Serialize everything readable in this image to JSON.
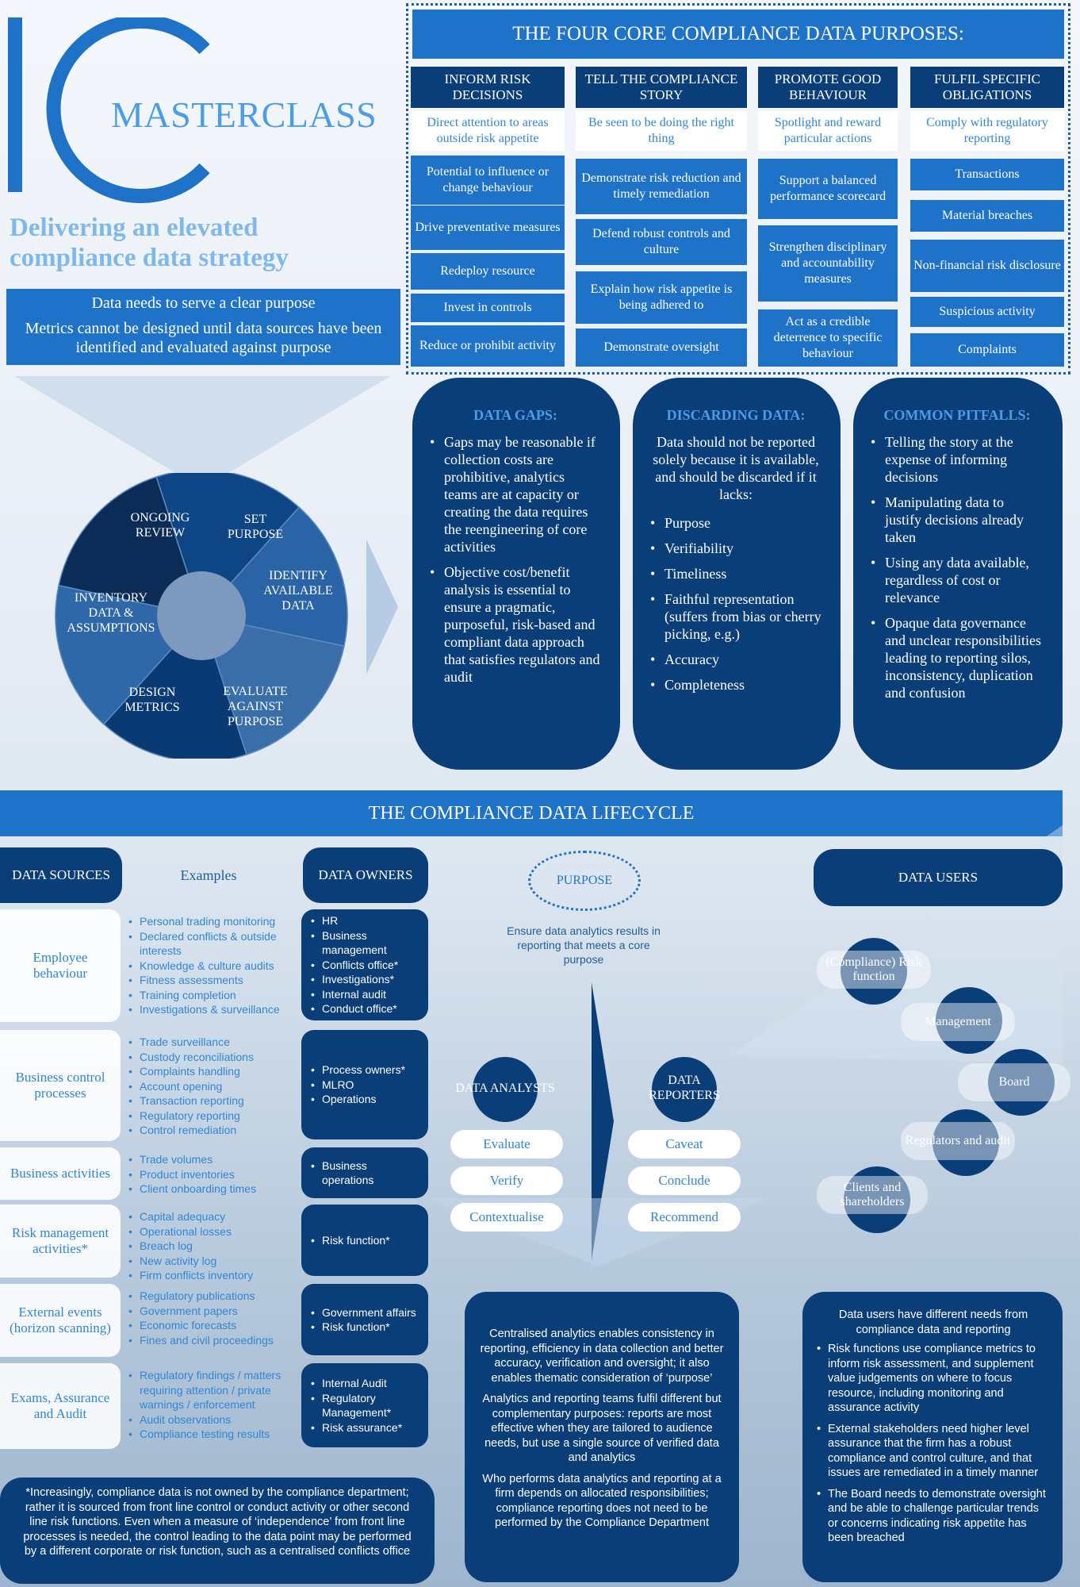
{
  "header": {
    "logo_letters": "IC",
    "masterclass": "MASTERCLASS",
    "tagline_1": "Delivering an elevated",
    "tagline_2": "compliance data strategy",
    "purpose_line_1": "Data needs to serve a clear purpose",
    "purpose_line_2": "Metrics cannot be designed until data sources have been identified and evaluated against purpose"
  },
  "core": {
    "title": "THE FOUR CORE COMPLIANCE DATA PURPOSES:",
    "columns": [
      {
        "head": "INFORM RISK DECISIONS",
        "sub": "Direct attention to areas outside risk appetite",
        "items": [
          "Potential to influence or change behaviour",
          "Drive preventative measures",
          "Redeploy resource",
          "Invest in controls",
          "Reduce or prohibit activity"
        ]
      },
      {
        "head": "TELL THE COMPLIANCE STORY",
        "sub": "Be seen to be doing the right thing",
        "items": [
          "Demonstrate risk reduction and timely remediation",
          "Defend robust controls and culture",
          "Explain how risk appetite is being adhered to",
          "Demonstrate oversight"
        ]
      },
      {
        "head": "PROMOTE GOOD BEHAVIOUR",
        "sub": "Spotlight and reward particular actions",
        "items": [
          "Support a balanced performance scorecard",
          "Strengthen disciplinary and accountability measures",
          "Act as a credible deterrence to specific behaviour"
        ]
      },
      {
        "head": "FULFIL SPECIFIC OBLIGATIONS",
        "sub": "Comply with regulatory reporting",
        "items": [
          "Transactions",
          "Material breaches",
          "Non-financial risk disclosure",
          "Suspicious activity",
          "Complaints"
        ]
      }
    ]
  },
  "cycle": {
    "segments": [
      "ONGOING REVIEW",
      "SET PURPOSE",
      "IDENTIFY AVAILABLE DATA",
      "EVALUATE AGAINST PURPOSE",
      "DESIGN METRICS",
      "INVENTORY DATA & ASSUMPTIONS"
    ],
    "colors": [
      "#0d4585",
      "#2b64a6",
      "#3a6ea8",
      "#0a3a73",
      "#2f68a8",
      "#0a2c56"
    ]
  },
  "gaps": {
    "title": "DATA GAPS:",
    "items": [
      "Gaps may be reasonable if collection costs are prohibitive, analytics teams are at capacity or creating the data requires the reengineering of core activities",
      "Objective cost/benefit analysis is essential to ensure a pragmatic, purposeful, risk-based and compliant data approach that satisfies regulators and audit"
    ]
  },
  "discard": {
    "title": "DISCARDING DATA:",
    "intro": "Data should not be reported solely because it is available, and should be discarded if it lacks:",
    "items": [
      "Purpose",
      "Verifiability",
      "Timeliness",
      "Faithful representation (suffers from bias or cherry picking, e.g.)",
      "Accuracy",
      "Completeness"
    ]
  },
  "pitfalls": {
    "title": "COMMON PITFALLS:",
    "items": [
      "Telling the story at the expense of informing decisions",
      "Manipulating data to justify decisions already taken",
      "Using any data available, regardless of cost or relevance",
      "Opaque data governance and unclear responsibilities leading to reporting silos, inconsistency, duplication and confusion"
    ]
  },
  "lifecycle": {
    "title": "THE COMPLIANCE DATA LIFECYCLE",
    "sources_head": "DATA SOURCES",
    "examples_head": "Examples",
    "owners_head": "DATA OWNERS",
    "purpose_label": "PURPOSE",
    "purpose_note": "Ensure data analytics results in reporting that meets a core purpose",
    "users_head": "DATA USERS",
    "rows": [
      {
        "source": "Employee behaviour",
        "examples": [
          "Personal trading monitoring",
          "Declared conflicts & outside interests",
          "Knowledge & culture audits",
          "Fitness assessments",
          "Training completion",
          "Investigations & surveillance"
        ],
        "owners": [
          "HR",
          "Business management",
          "Conflicts office*",
          "Investigations*",
          "Internal audit",
          "Conduct office*"
        ]
      },
      {
        "source": "Business control processes",
        "examples": [
          "Trade surveillance",
          "Custody reconciliations",
          "Complaints handling",
          "Account opening",
          "Transaction reporting",
          "Regulatory reporting",
          "Control remediation"
        ],
        "owners": [
          "Process owners*",
          "MLRO",
          "Operations"
        ]
      },
      {
        "source": "Business activities",
        "examples": [
          "Trade volumes",
          "Product inventories",
          "Client onboarding times"
        ],
        "owners": [
          "Business operations"
        ]
      },
      {
        "source": "Risk management activities*",
        "examples": [
          "Capital adequacy",
          "Operational losses",
          "Breach log",
          "New activity log",
          "Firm conflicts inventory"
        ],
        "owners": [
          "Risk function*"
        ]
      },
      {
        "source": "External events (horizon scanning)",
        "examples": [
          "Regulatory publications",
          "Government papers",
          "Economic forecasts",
          "Fines and civil proceedings"
        ],
        "owners": [
          "Government affairs",
          "Risk function*"
        ]
      },
      {
        "source": "Exams, Assurance and Audit",
        "examples": [
          "Regulatory findings / matters requiring attention / private warnings / enforcement",
          "Audit observations",
          "Compliance testing results"
        ],
        "owners": [
          "Internal Audit",
          "Regulatory Management*",
          "Risk assurance*"
        ]
      }
    ],
    "analysts": {
      "label": "DATA ANALYSTS",
      "actions": [
        "Evaluate",
        "Verify",
        "Contextualise"
      ]
    },
    "reporters": {
      "label": "DATA REPORTERS",
      "actions": [
        "Caveat",
        "Conclude",
        "Recommend"
      ]
    },
    "users": [
      "(Compliance) Risk function",
      "Management",
      "Board",
      "Regulators and audit",
      "Clients and shareholders"
    ],
    "footnote": "*Increasingly, compliance data is not owned by the compliance department; rather it is sourced from front line control or conduct activity or other second line risk functions. Even when a measure of ‘independence’ from front line processes is needed, the control leading to the data point may be performed by a different corporate or risk function, such as a centralised conflicts office",
    "analytics_paras": [
      "Centralised analytics enables consistency in reporting, efficiency in data collection and better accuracy, verification and oversight; it also enables thematic consideration of ‘purpose’",
      "Analytics and reporting teams fulfil different but complementary purposes: reports are most effective when they are tailored to audience needs, but use a single source of verified data and analytics",
      "Who performs data analytics and reporting at a firm depends on allocated responsibilities; compliance reporting does not need to be performed by the Compliance Department"
    ],
    "users_intro": "Data users have different needs from compliance data and reporting",
    "users_points": [
      "Risk functions use compliance metrics to inform risk assessment, and supplement value judgements on where to focus resource, including monitoring and assurance activity",
      "External stakeholders need higher level assurance that the firm has a robust compliance and control culture, and that issues are remediated in a timely manner",
      "The Board needs to demonstrate oversight and be able to challenge particular trends or concerns indicating risk appetite has been breached"
    ]
  }
}
